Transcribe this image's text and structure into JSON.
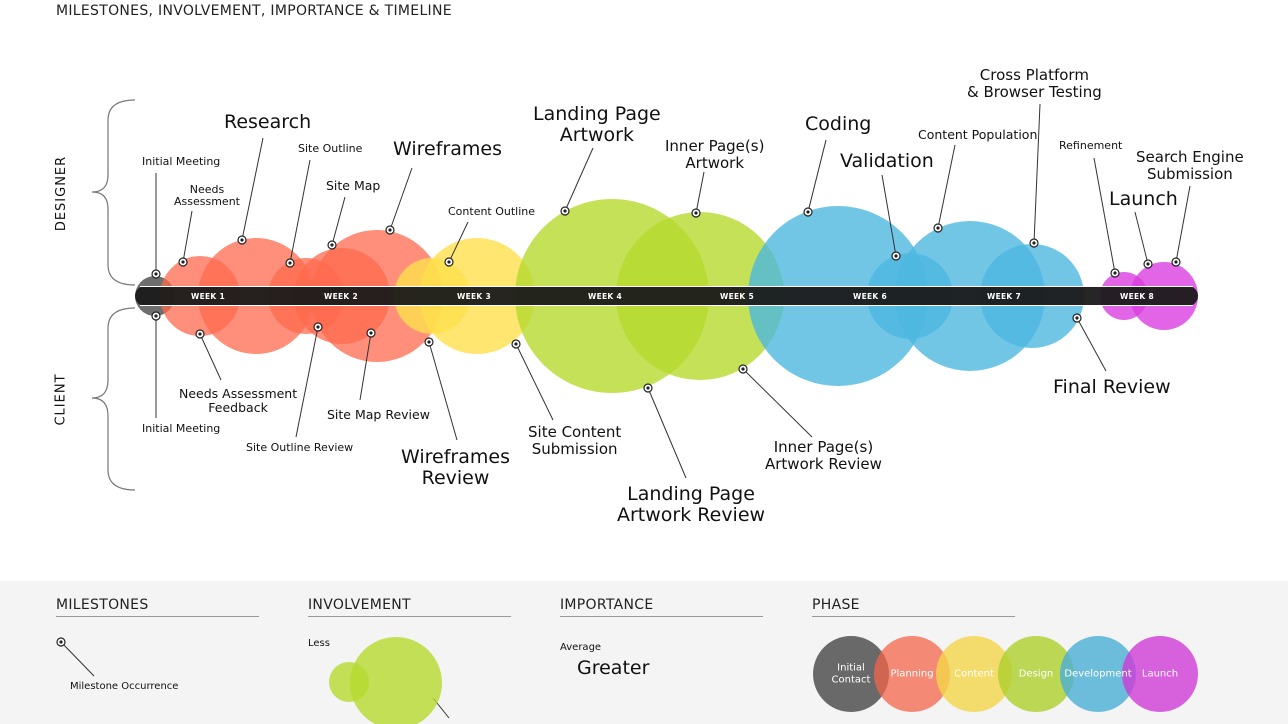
{
  "subtitle": "MILESTONES, INVOLVEMENT, IMPORTANCE & TIMELINE",
  "side_labels": {
    "designer": "DESIGNER",
    "client": "CLIENT"
  },
  "weeks": [
    "WEEK 1",
    "WEEK 2",
    "WEEK 3",
    "WEEK 4",
    "WEEK 5",
    "WEEK 6",
    "WEEK 7",
    "WEEK 8"
  ],
  "colors": {
    "initial": "#555555",
    "planning": "#ff6a4d",
    "content": "#ffe04d",
    "design": "#b5d92e",
    "development": "#4db8e0",
    "launch": "#d93ee0",
    "bar": "#1a1a1a"
  },
  "designer_milestones": {
    "initial_meeting": "Initial Meeting",
    "needs_assessment": "Needs\nAssessment",
    "research": "Research",
    "site_outline": "Site Outline",
    "site_map": "Site Map",
    "wireframes": "Wireframes",
    "content_outline": "Content Outline",
    "landing_page_artwork": "Landing Page\nArtwork",
    "inner_pages_artwork": "Inner Page(s)\nArtwork",
    "coding": "Coding",
    "validation": "Validation",
    "content_population": "Content Population",
    "cross_platform": "Cross Platform\n& Browser Testing",
    "refinement": "Refinement",
    "launch": "Launch",
    "search_engine": "Search Engine\nSubmission"
  },
  "client_milestones": {
    "initial_meeting": "Initial Meeting",
    "needs_feedback": "Needs Assessment\nFeedback",
    "site_outline_review": "Site Outline Review",
    "site_map_review": "Site Map Review",
    "wireframes_review": "Wireframes\nReview",
    "site_content": "Site Content\nSubmission",
    "landing_review": "Landing Page\nArtwork Review",
    "inner_review": "Inner Page(s)\nArtwork Review",
    "final_review": "Final Review"
  },
  "legend": {
    "milestones": {
      "title": "MILESTONES",
      "item": "Milestone Occurrence"
    },
    "involvement": {
      "title": "INVOLVEMENT",
      "less": "Less"
    },
    "importance": {
      "title": "IMPORTANCE",
      "average": "Average",
      "greater": "Greater"
    },
    "phase": {
      "title": "PHASE",
      "items": [
        "Initial\nContact",
        "Planning",
        "Content",
        "Design",
        "Development",
        "Launch"
      ]
    }
  }
}
